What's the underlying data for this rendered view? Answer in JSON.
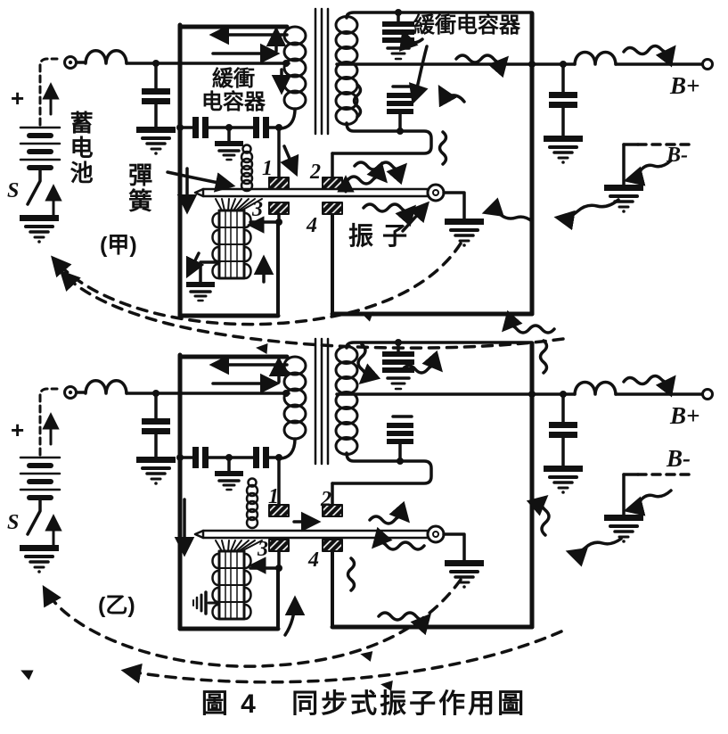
{
  "figure": {
    "number": "圖 4",
    "title": "同步式振子作用圖"
  },
  "colors": {
    "ink": "#111111",
    "paper": "#ffffff"
  },
  "circuit_a": {
    "tag": "(甲)",
    "battery_label": "蓄电池",
    "spring_label": "彈簧",
    "vibrator_label": "振子",
    "buffer_cap_top_label": "緩衝电容器",
    "buffer_cap_left_line1": "緩衝",
    "buffer_cap_left_line2": "电容器",
    "b_plus": "B+",
    "b_minus": "B-",
    "switch": "S",
    "plus": "+",
    "contacts": {
      "c1": "1",
      "c2": "2",
      "c3": "3",
      "c4": "4"
    }
  },
  "circuit_b": {
    "tag": "(乙)",
    "b_plus": "B+",
    "b_minus": "B-",
    "switch": "S",
    "plus": "+",
    "contacts": {
      "c1": "1",
      "c2": "2",
      "c3": "3",
      "c4": "4"
    }
  }
}
